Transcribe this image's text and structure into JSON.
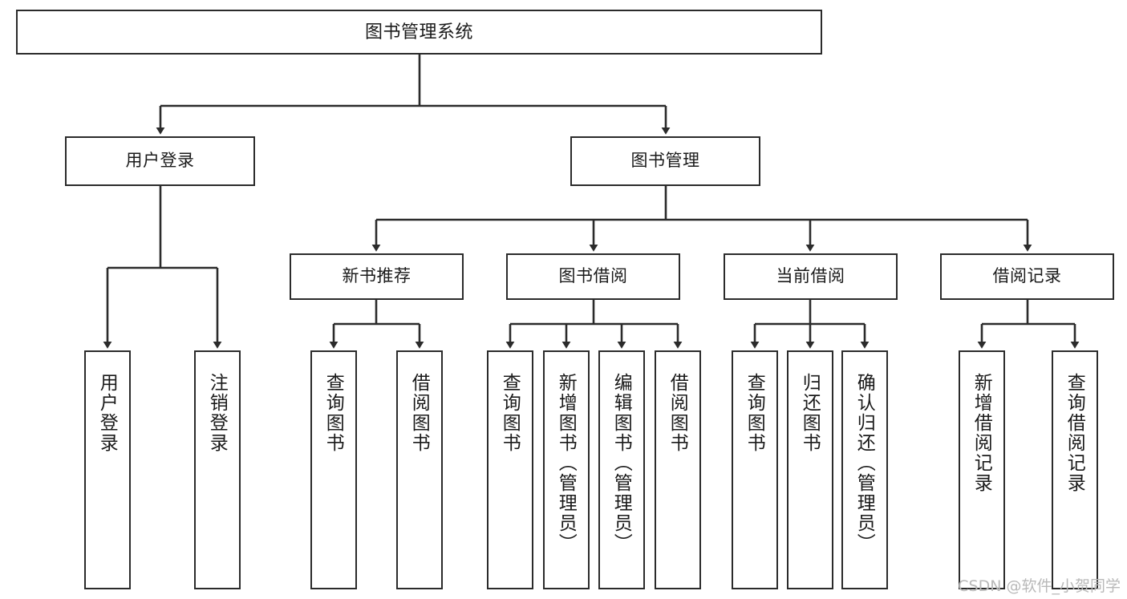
{
  "diagram": {
    "type": "tree",
    "title": "图书管理系统",
    "root": {
      "label": "图书管理系统"
    },
    "level2": [
      {
        "label": "用户登录"
      },
      {
        "label": "图书管理"
      }
    ],
    "level3": [
      {
        "label": "新书推荐"
      },
      {
        "label": "图书借阅"
      },
      {
        "label": "当前借阅"
      },
      {
        "label": "借阅记录"
      }
    ],
    "leaves": {
      "user_login": [
        {
          "label": "用户登录"
        },
        {
          "label": "注销登录"
        }
      ],
      "new_book_recommend": [
        {
          "label": "查询图书"
        },
        {
          "label": "借阅图书"
        }
      ],
      "book_borrow": [
        {
          "label": "查询图书"
        },
        {
          "label": "新增图书（管理员）"
        },
        {
          "label": "编辑图书（管理员）"
        },
        {
          "label": "借阅图书"
        }
      ],
      "current_borrow": [
        {
          "label": "查询图书"
        },
        {
          "label": "归还图书"
        },
        {
          "label": "确认归还（管理员）"
        }
      ],
      "borrow_record": [
        {
          "label": "新增借阅记录"
        },
        {
          "label": "查询借阅记录"
        }
      ]
    }
  },
  "watermark": {
    "text": "CSDN @软件_小贺同学"
  },
  "colors": {
    "box_border": "#2b2b2b",
    "box_fill": "#ffffff",
    "text": "#1a1a1a",
    "connector": "#2b2b2b",
    "watermark": "#b9b9b9"
  }
}
